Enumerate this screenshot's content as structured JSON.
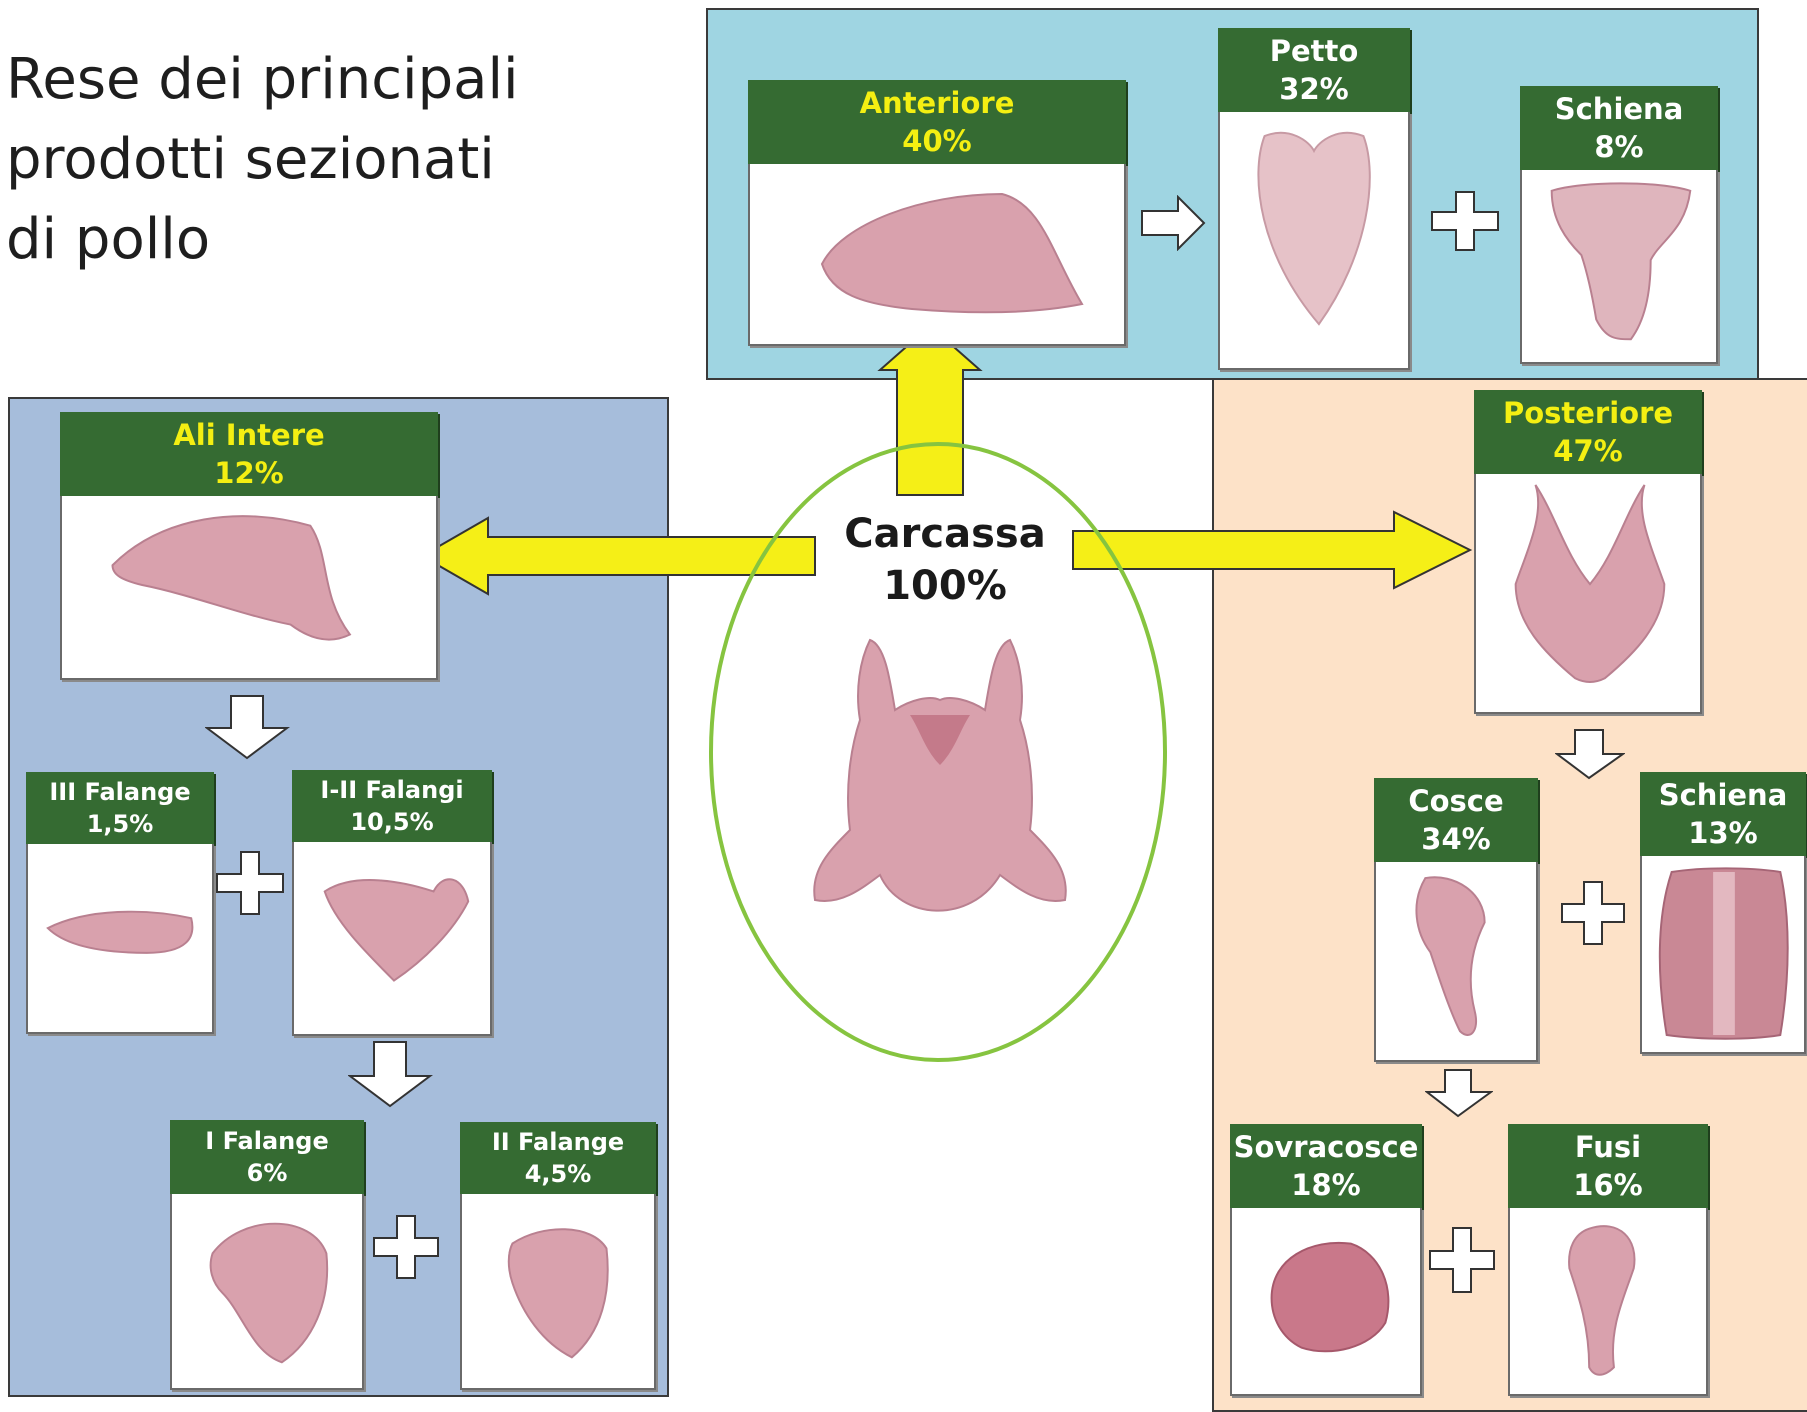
{
  "title": {
    "line1": "Rese dei principali",
    "line2": "prodotti sezionati",
    "line3": "di pollo"
  },
  "center": {
    "name": "Carcassa",
    "pct": "100%"
  },
  "anteriore": {
    "main": {
      "name": "Anteriore",
      "pct": "40%"
    },
    "petto": {
      "name": "Petto",
      "pct": "32%"
    },
    "schiena": {
      "name": "Schiena",
      "pct": "8%"
    }
  },
  "ali": {
    "main": {
      "name": "Ali Intere",
      "pct": "12%"
    },
    "falange3": {
      "name": "III Falange",
      "pct": "1,5%"
    },
    "falangi12": {
      "name": "I-II Falangi",
      "pct": "10,5%"
    },
    "falange1": {
      "name": "I Falange",
      "pct": "6%"
    },
    "falange2": {
      "name": "II Falange",
      "pct": "4,5%"
    }
  },
  "posteriore": {
    "main": {
      "name": "Posteriore",
      "pct": "47%"
    },
    "cosce": {
      "name": "Cosce",
      "pct": "34%"
    },
    "schiena": {
      "name": "Schiena",
      "pct": "13%"
    },
    "sovracosce": {
      "name": "Sovracosce",
      "pct": "18%"
    },
    "fusi": {
      "name": "Fusi",
      "pct": "16%"
    }
  },
  "colors": {
    "label_green": "#356b32",
    "label_yellow_text": "#f4ef12",
    "panel_top": "#9fd5e2",
    "panel_left": "#a6bddb",
    "panel_right": "#fde2c8",
    "arrow_yellow": "#f5ef17",
    "ellipse_green": "#86c440",
    "meat": "#d9a1ad"
  }
}
